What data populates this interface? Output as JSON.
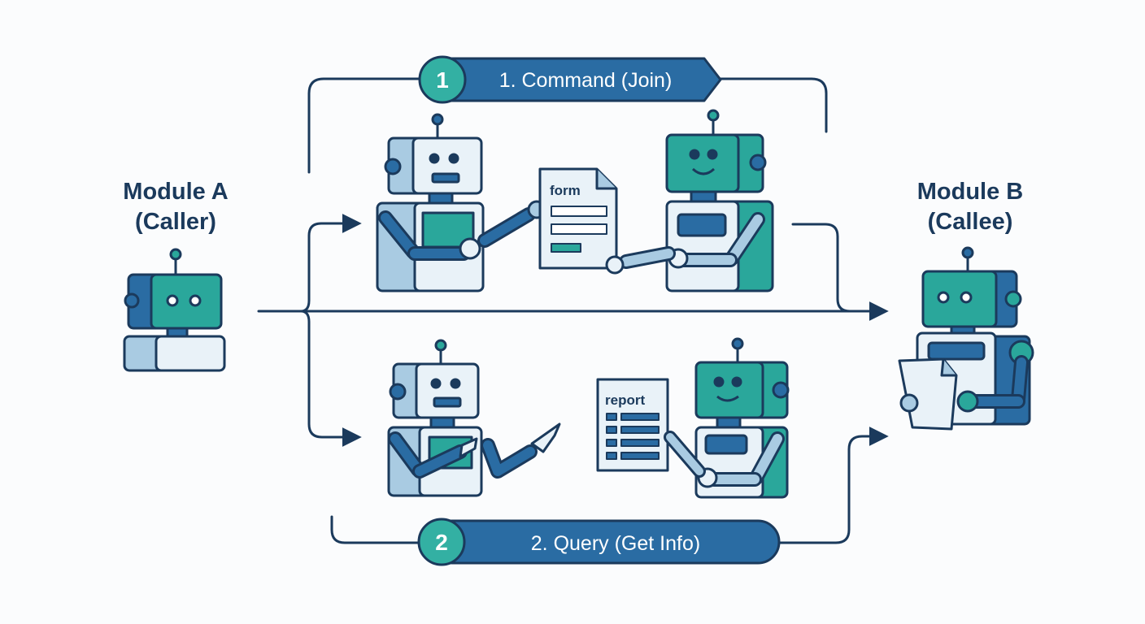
{
  "modules": {
    "a": {
      "title": "Module A",
      "subtitle": "(Caller)"
    },
    "b": {
      "title": "Module B",
      "subtitle": "(Callee)"
    }
  },
  "steps": {
    "command": {
      "number": "1",
      "label": "1. Command (Join)"
    },
    "query": {
      "number": "2",
      "label": "2. Query (Get Info)"
    }
  },
  "documents": {
    "form": "form",
    "report": "report"
  },
  "colors": {
    "navy": "#1b3a5c",
    "blue": "#2a6ca3",
    "teal": "#2aa79b",
    "light_blue": "#a9cbe2",
    "pale": "#e9f2f8",
    "badge_teal": "#33b0a3"
  }
}
